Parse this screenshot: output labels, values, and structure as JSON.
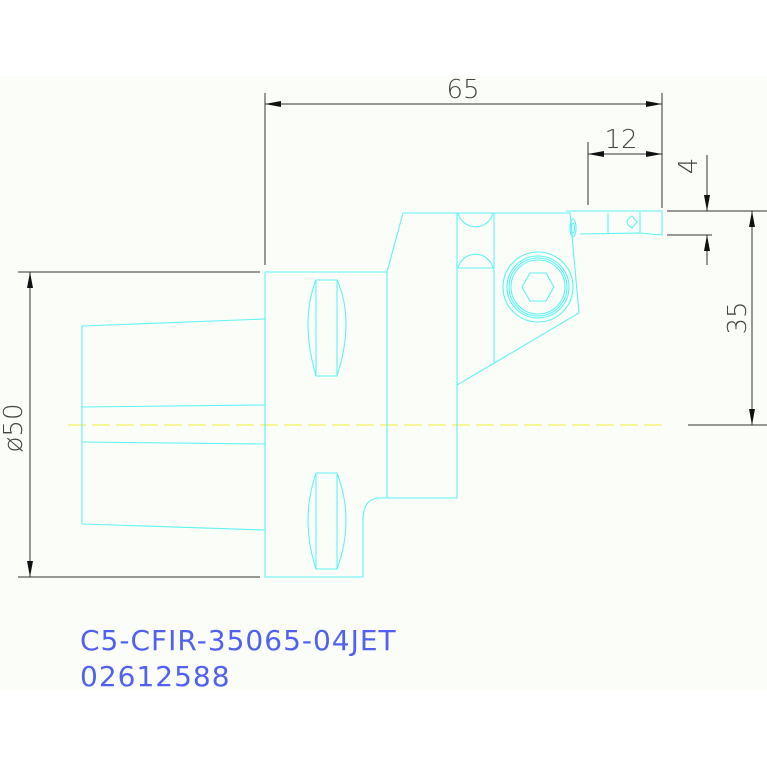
{
  "drawing": {
    "part_number": "C5-CFIR-35065-04JET",
    "order_code": "02612588",
    "dimensions": {
      "overall_length": "65",
      "insert_length": "12",
      "offset": "4",
      "height": "35",
      "diameter": "ø50"
    }
  },
  "colors": {
    "geometry": "#5ff3f3",
    "centerline": "#f3f35f",
    "dimension": "#333333",
    "label": "#5060f0"
  }
}
